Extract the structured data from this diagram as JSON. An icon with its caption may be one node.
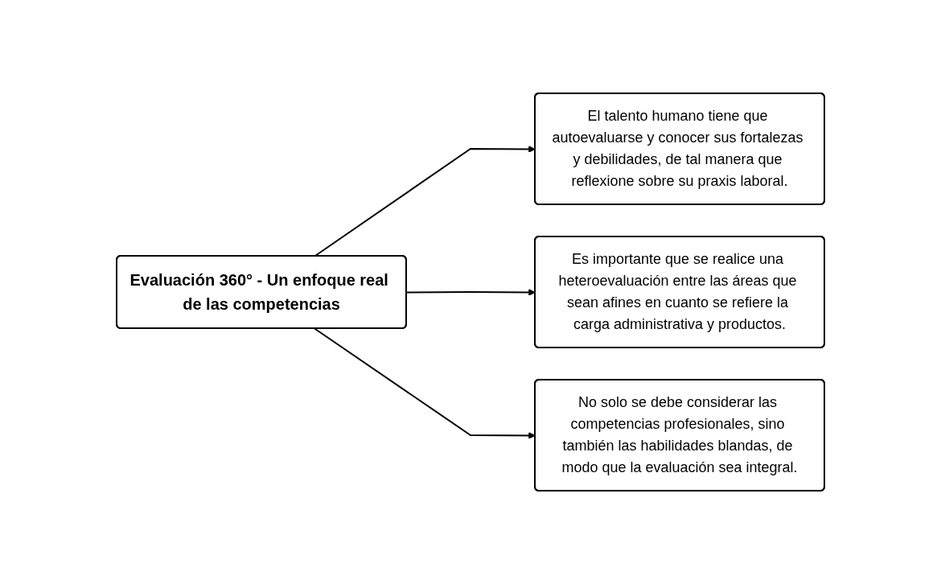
{
  "diagram": {
    "nodes": [
      {
        "text": [
          "Evaluación 360° - Un enfoque real de las competencias"
        ]
      },
      {
        "text": [
          "El talento humano tiene que autoevaluarse y conocer sus fortalezas y debilidades, de tal manera que reflexione sobre su praxis laboral."
        ]
      },
      {
        "text": [
          "Es importante que se realice una heteroevaluación entre las áreas que sean afines en cuanto se refiere la carga administrativa y productos."
        ]
      },
      {
        "text": [
          "No solo se debe considerar las competencias profesionales, sino también las habilidades blandas, de modo que la evaluación sea integral."
        ]
      }
    ],
    "edges": [
      {
        "from": 0,
        "to": 1,
        "arrow": "to"
      },
      {
        "from": 0,
        "to": 2,
        "arrow": "to"
      },
      {
        "from": 0,
        "to": 3,
        "arrow": "to"
      }
    ]
  }
}
